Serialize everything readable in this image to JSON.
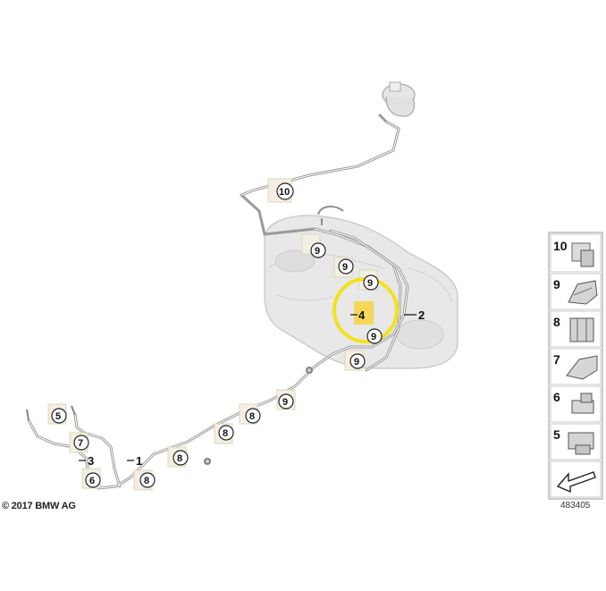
{
  "copyright": "© 2017 BMW AG",
  "drawing_number": "483405",
  "parts": {
    "fuel_line_1": "1",
    "fuel_tank_2": "2",
    "line_3": "3",
    "highlighted_part_4": "4"
  },
  "callouts": {
    "c10": "10",
    "c9a": "9",
    "c9b": "9",
    "c9c": "9",
    "c9d": "9",
    "c9e": "9",
    "c9f": "9",
    "c8a": "8",
    "c8b": "8",
    "c8c": "8",
    "c8d": "8",
    "c7": "7",
    "c6": "6",
    "c5": "5"
  },
  "legend": [
    "10",
    "9",
    "8",
    "7",
    "6",
    "5"
  ],
  "colors": {
    "highlight_ring": "#f2e21c",
    "highlight_fill": "#f5d75a",
    "line": "#8a8a8a",
    "tank": "#e4e4e4"
  }
}
